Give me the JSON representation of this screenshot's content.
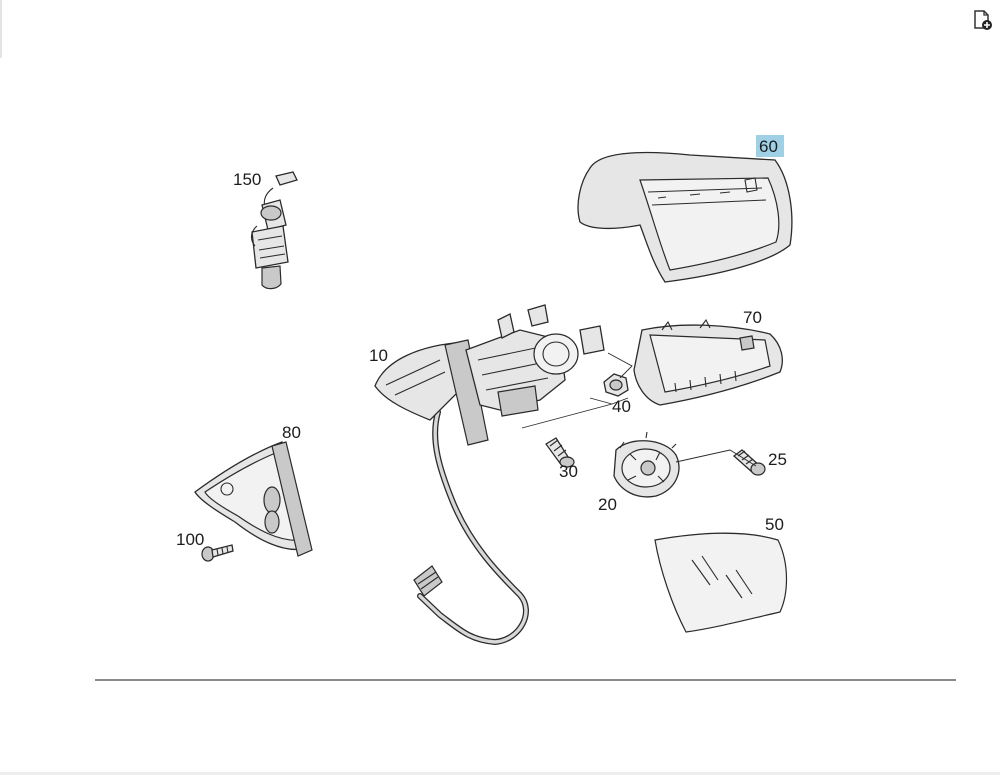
{
  "toolbar": {
    "add_to_cart_icon": "document-plus-icon"
  },
  "diagram": {
    "highlight_color": "#9fd0e5",
    "labels": {
      "p150": "150",
      "p60": "60",
      "p70": "70",
      "p10": "10",
      "p40": "40",
      "p80": "80",
      "p30": "30",
      "p25": "25",
      "p20": "20",
      "p100": "100",
      "p50": "50"
    },
    "highlighted_part": "60"
  }
}
